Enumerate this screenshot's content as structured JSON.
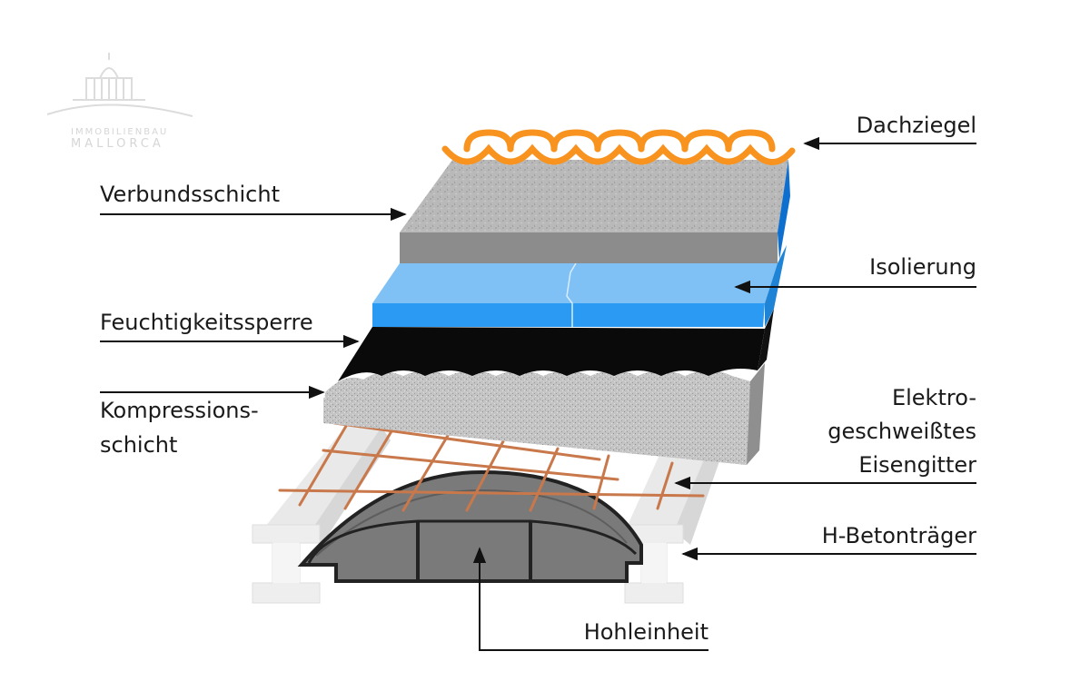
{
  "logo": {
    "line1": "IMMOBILIENBAU",
    "line2": "MALLORCA"
  },
  "labels": {
    "dachziegel": "Dachziegel",
    "verbundsschicht": "Verbundsschicht",
    "isolierung": "Isolierung",
    "feuchtigkeitssperre": "Feuchtigkeitssperre",
    "kompressions_line1": "Kompressions-",
    "kompressions_line2": "schicht",
    "eisengitter_line1": "Elektro-",
    "eisengitter_line2": "geschweißtes",
    "eisengitter_line3": "Eisengitter",
    "betontraeger": "H-Betonträger",
    "hohleinheit": "Hohleinheit"
  },
  "colors": {
    "tile_orange": "#f7931e",
    "concrete_top": "#b7b7b7",
    "concrete_side": "#8c8c8c",
    "insulation_top": "#7fc1f5",
    "insulation_side": "#2b9af3",
    "membrane": "#0a0a0a",
    "compression": "#c2c2c2",
    "mesh": "#c8784a",
    "beam": "#ececec",
    "hollow": "#7a7a7a"
  }
}
